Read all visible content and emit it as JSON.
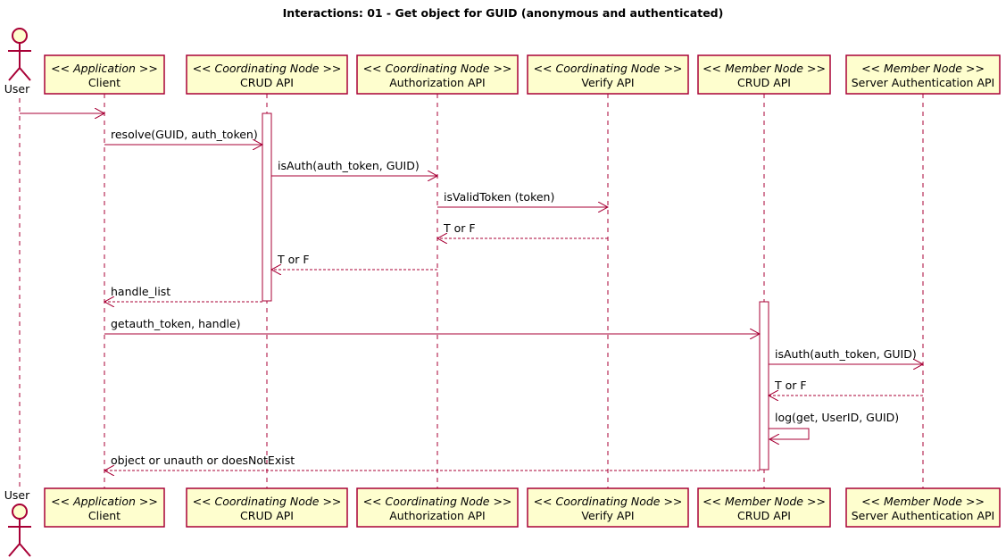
{
  "title": "Interactions: 01 - Get object for GUID (anonymous and authenticated)",
  "actor": {
    "name": "User"
  },
  "participants": [
    {
      "id": "client",
      "stereotype": "<< Application >>",
      "name": "Client"
    },
    {
      "id": "cn_crud",
      "stereotype": "<< Coordinating Node >>",
      "name": "CRUD API"
    },
    {
      "id": "cn_auth",
      "stereotype": "<< Coordinating Node >>",
      "name": "Authorization API"
    },
    {
      "id": "cn_verify",
      "stereotype": "<< Coordinating Node >>",
      "name": "Verify API"
    },
    {
      "id": "mn_crud",
      "stereotype": "<< Member Node >>",
      "name": "CRUD API"
    },
    {
      "id": "mn_auth",
      "stereotype": "<< Member Node >>",
      "name": "Server Authentication API"
    }
  ],
  "messages": [
    {
      "from": "user",
      "to": "client",
      "label": "",
      "kind": "sync"
    },
    {
      "from": "client",
      "to": "cn_crud",
      "label": "resolve(GUID, auth_token)",
      "kind": "sync"
    },
    {
      "from": "cn_crud",
      "to": "cn_auth",
      "label": "isAuth(auth_token, GUID)",
      "kind": "sync"
    },
    {
      "from": "cn_auth",
      "to": "cn_verify",
      "label": "isValidToken (token)",
      "kind": "sync"
    },
    {
      "from": "cn_verify",
      "to": "cn_auth",
      "label": "T or F",
      "kind": "return"
    },
    {
      "from": "cn_auth",
      "to": "cn_crud",
      "label": "T or F",
      "kind": "return"
    },
    {
      "from": "cn_crud",
      "to": "client",
      "label": "handle_list",
      "kind": "return"
    },
    {
      "from": "client",
      "to": "mn_crud",
      "label": "getauth_token, handle)",
      "kind": "sync"
    },
    {
      "from": "mn_crud",
      "to": "mn_auth",
      "label": "isAuth(auth_token, GUID)",
      "kind": "sync"
    },
    {
      "from": "mn_auth",
      "to": "mn_crud",
      "label": "T or F",
      "kind": "return"
    },
    {
      "from": "mn_crud",
      "to": "mn_crud",
      "label": "log(get, UserID, GUID)",
      "kind": "self"
    },
    {
      "from": "mn_crud",
      "to": "client",
      "label": "object or unauth or doesNotExist",
      "kind": "return"
    }
  ],
  "colors": {
    "line": "#a80036",
    "participant_fill": "#fefece",
    "actor_fill": "#fefece",
    "activation_fill": "#ffffff"
  }
}
